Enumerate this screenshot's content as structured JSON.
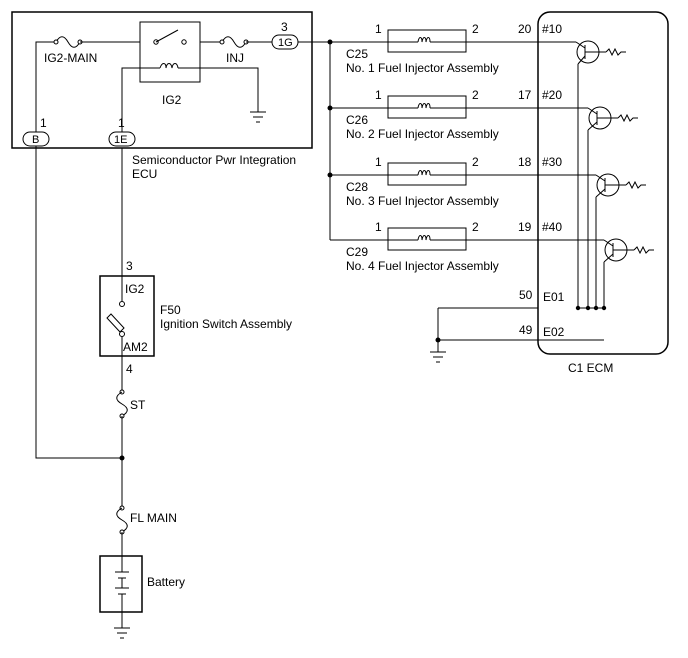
{
  "ecu": {
    "name_line1": "Semiconductor Pwr Integration",
    "name_line2": "ECU",
    "ig2_main_label": "IG2-MAIN",
    "ig2_relay_label": "IG2",
    "inj_fuse_label": "INJ",
    "pin_1g_number": "3",
    "pin_1g_label": "1G",
    "pin_b_number": "1",
    "pin_b_label": "B",
    "pin_1e_number": "1",
    "pin_1e_label": "1E"
  },
  "injectors": [
    {
      "connector": "C25",
      "name": "No. 1 Fuel Injector Assembly",
      "pin1": "1",
      "pin2": "2",
      "ecm_pin": "20",
      "ecm_signal": "#10"
    },
    {
      "connector": "C26",
      "name": "No. 2 Fuel Injector Assembly",
      "pin1": "1",
      "pin2": "2",
      "ecm_pin": "17",
      "ecm_signal": "#20"
    },
    {
      "connector": "C28",
      "name": "No. 3 Fuel Injector Assembly",
      "pin1": "1",
      "pin2": "2",
      "ecm_pin": "18",
      "ecm_signal": "#30"
    },
    {
      "connector": "C29",
      "name": "No. 4 Fuel Injector Assembly",
      "pin1": "1",
      "pin2": "2",
      "ecm_pin": "19",
      "ecm_signal": "#40"
    }
  ],
  "ecm": {
    "label": "C1   ECM",
    "e01_pin": "50",
    "e01_label": "E01",
    "e02_pin": "49",
    "e02_label": "E02"
  },
  "ignition_switch": {
    "connector": "F50",
    "name": "Ignition Switch Assembly",
    "pin_top_number": "3",
    "pin_top_label": "IG2",
    "pin_bottom_number": "4",
    "pin_bottom_label": "AM2"
  },
  "fuses": {
    "st_label": "ST",
    "fl_main_label": "FL MAIN"
  },
  "battery": {
    "label": "Battery"
  }
}
